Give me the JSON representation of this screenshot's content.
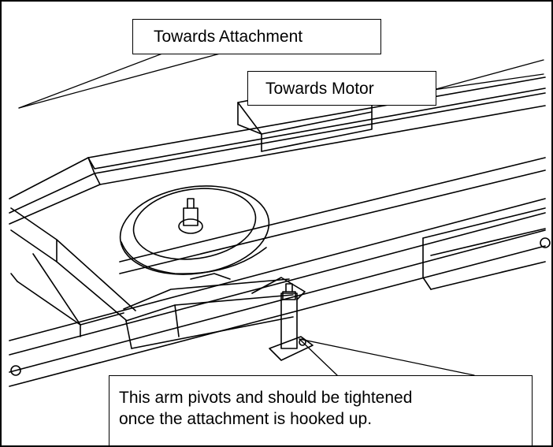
{
  "callouts": {
    "attachment": "Towards Attachment",
    "motor": "Towards Motor",
    "pivot_line1": "This arm pivots and should be tightened",
    "pivot_line2": "once the attachment is hooked up."
  },
  "colors": {
    "ink": "#000000",
    "paper": "#ffffff"
  }
}
